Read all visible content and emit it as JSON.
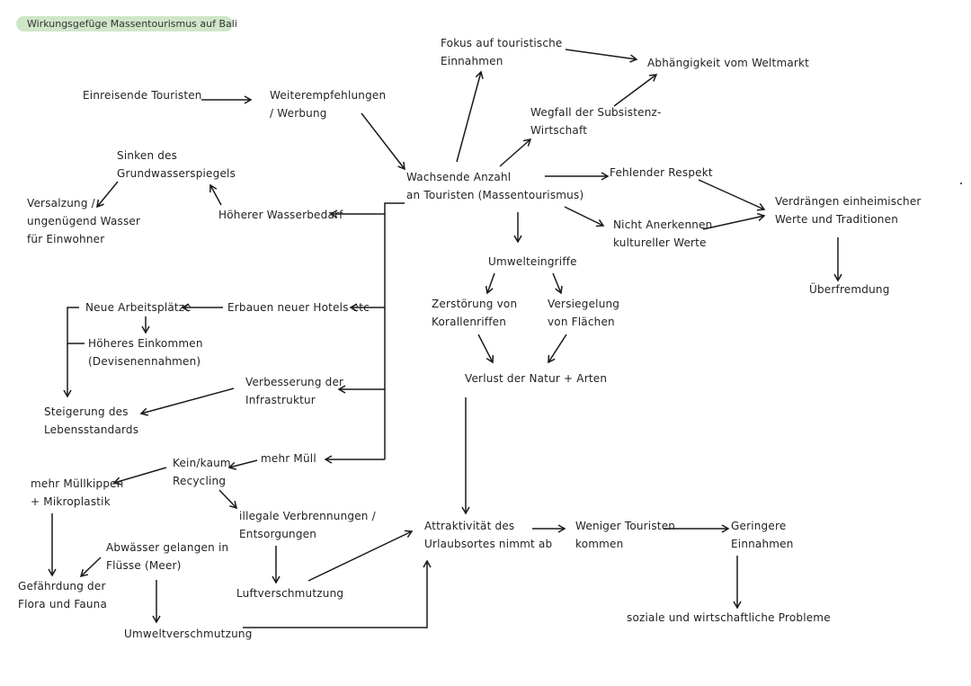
{
  "title": "Wirkungsgefüge Massentourismus auf Bali",
  "nodes": {
    "einreisende": "Einreisende Touristen",
    "weiterempfehlungen": "Weiterempfehlungen\n/ Werbung",
    "fokus": "Fokus auf touristische\nEinnahmen",
    "abhaengigkeit": "Abhängigkeit vom Weltmarkt",
    "wegfall": "Wegfall der Subsistenz-\nWirtschaft",
    "sinken": "Sinken des\nGrundwasserspiegels",
    "versalzung": "Versalzung /\nungenügend Wasser\nfür Einwohner",
    "wasserbedarf": "Höherer Wasserbedarf",
    "wachsende": "Wachsende Anzahl\nan Touristen (Massentourismus)",
    "fehlender": "Fehlender Respekt",
    "verdraengen": "Verdrängen einheimischer\nWerte und Traditionen",
    "anerkennen": "Nicht Anerkennen\nkultureller Werte",
    "ueberfremdung": "Überfremdung",
    "umwelteingriffe": "Umwelteingriffe",
    "zerstoerung": "Zerstörung von\nKorallenriffen",
    "versiegelung": "Versiegelung\nvon Flächen",
    "verlust": "Verlust der Natur + Arten",
    "arbeitsplaetze": "Neue Arbeitsplätze",
    "hotels": "Erbauen neuer Hotels etc",
    "einkommen": "Höheres Einkommen\n(Devisenennahmen)",
    "infrastruktur": "Verbesserung der\nInfrastruktur",
    "lebensstandard": "Steigerung des\nLebensstandards",
    "recycling": "Kein/kaum\nRecycling",
    "muell": "mehr Müll",
    "muellkippen": "mehr Müllkippen\n+ Mikroplastik",
    "verbrennungen": "illegale Verbrennungen /\nEntsorgungen",
    "abwaesser": "Abwässer gelangen in\nFlüsse (Meer)",
    "gefaehrdung": "Gefährdung der\nFlora und Fauna",
    "luft": "Luftverschmutzung",
    "umweltverschmutzung": "Umweltverschmutzung",
    "attraktivitaet": "Attraktivität des\nUrlaubsortes nimmt ab",
    "weniger": "Weniger Touristen\nkommen",
    "geringere": "Geringere\nEinnahmen",
    "sozial": "soziale und wirtschaftliche Probleme"
  }
}
